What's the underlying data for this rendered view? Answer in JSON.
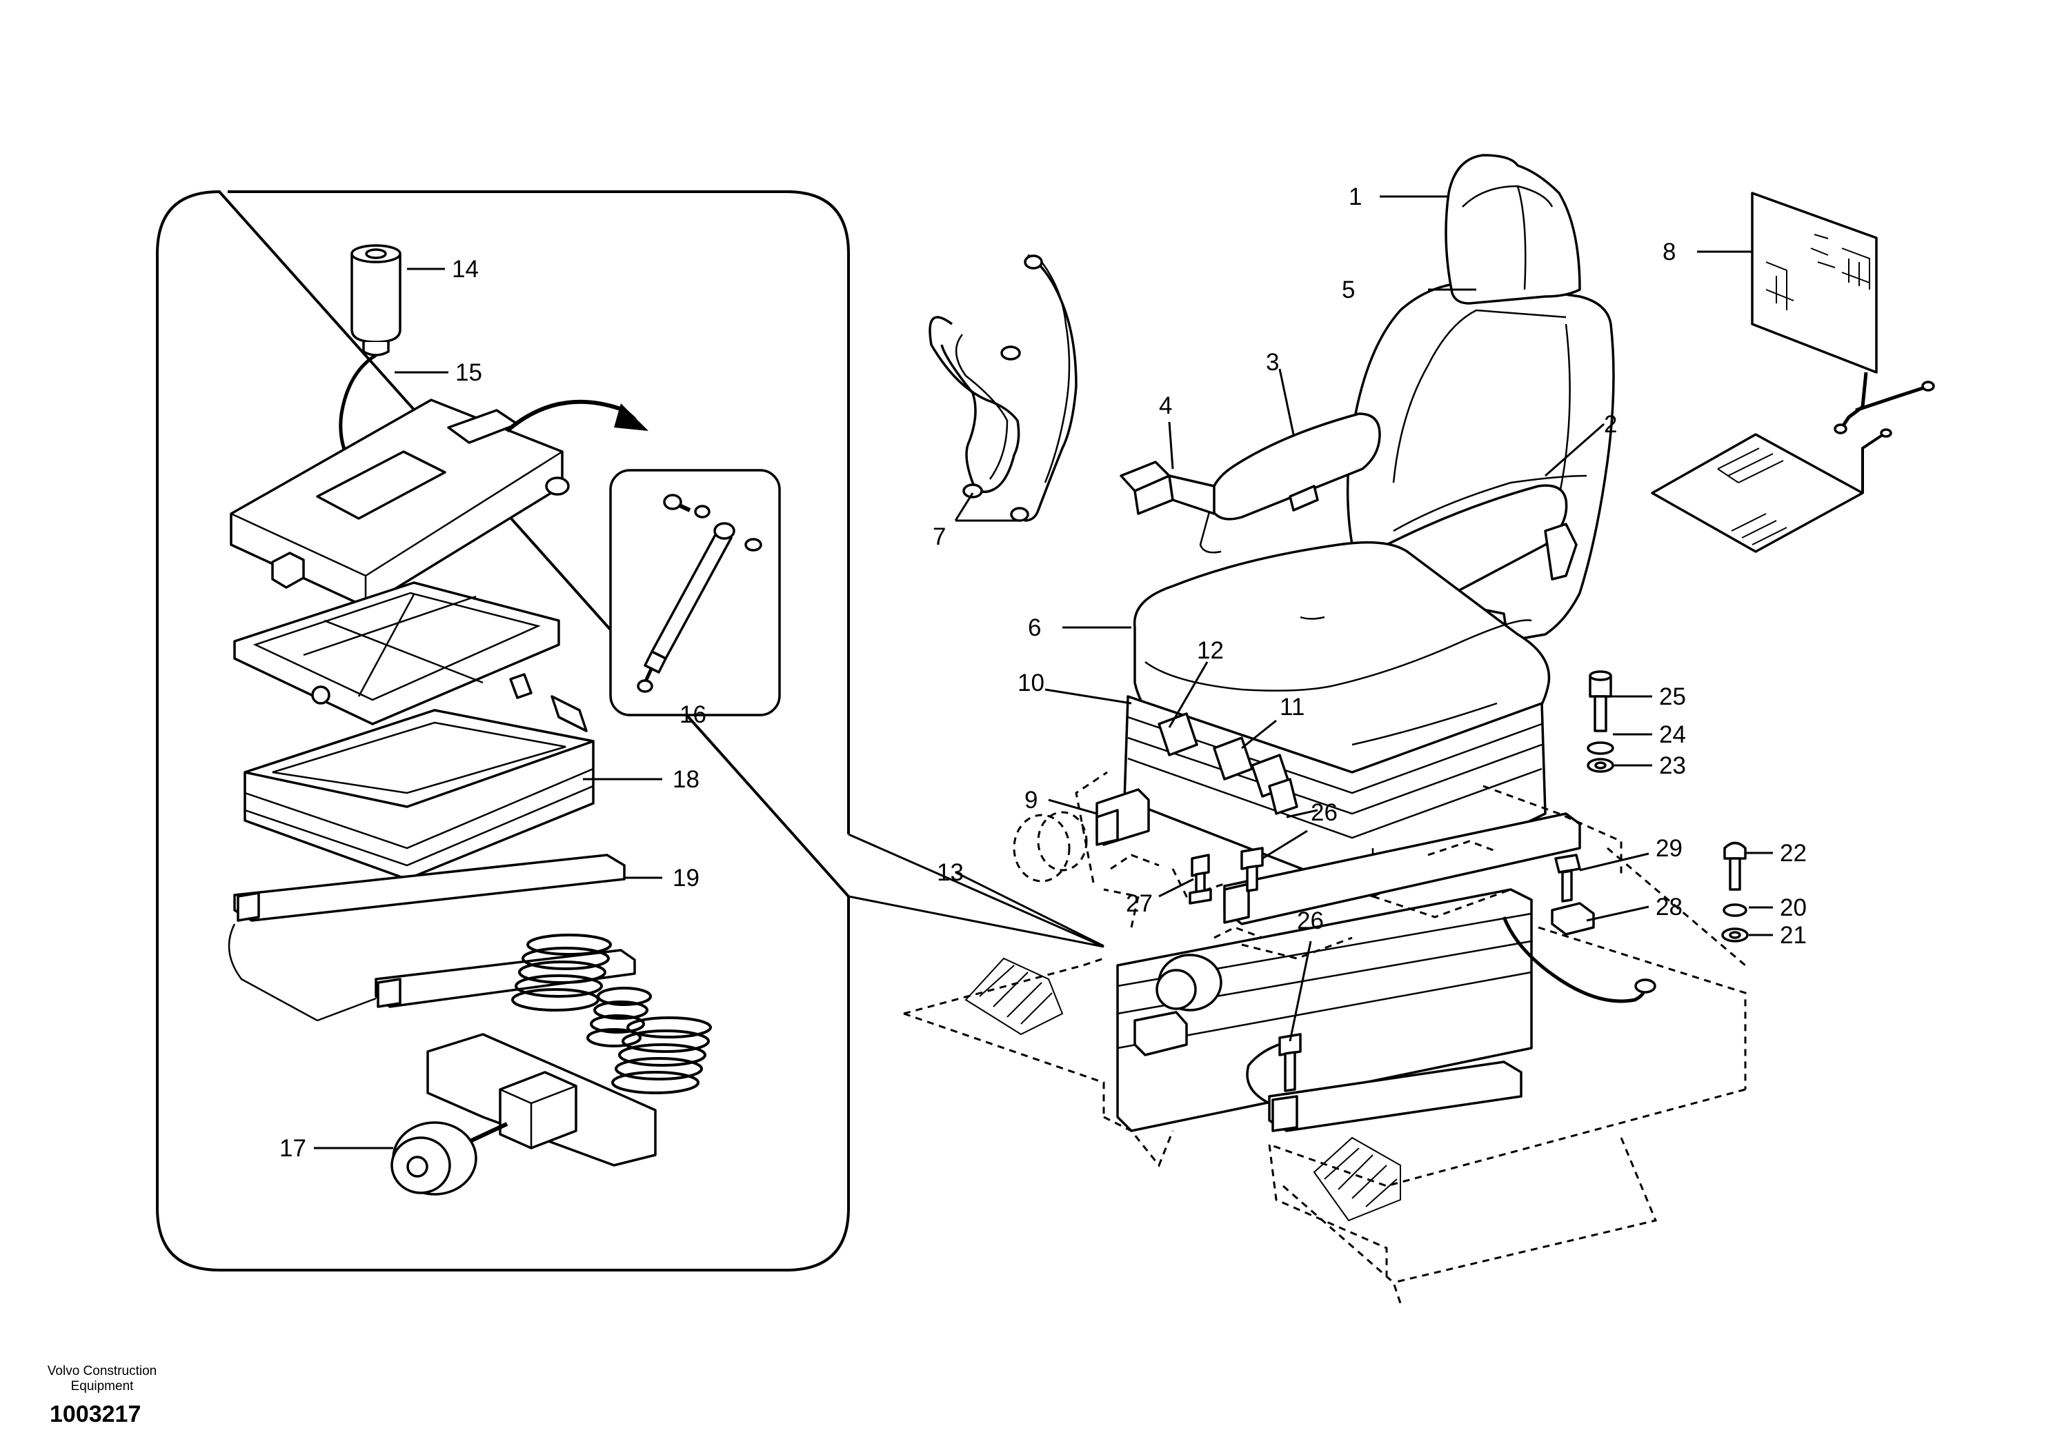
{
  "diagram": {
    "callouts": [
      "1",
      "2",
      "3",
      "4",
      "5",
      "6",
      "7",
      "8",
      "9",
      "10",
      "11",
      "12",
      "13",
      "14",
      "15",
      "16",
      "17",
      "18",
      "19",
      "20",
      "21",
      "22",
      "23",
      "24",
      "25",
      "26",
      "26",
      "27",
      "28",
      "29"
    ]
  },
  "footer": {
    "company": "Volvo Construction Equipment",
    "number": "1003217"
  }
}
